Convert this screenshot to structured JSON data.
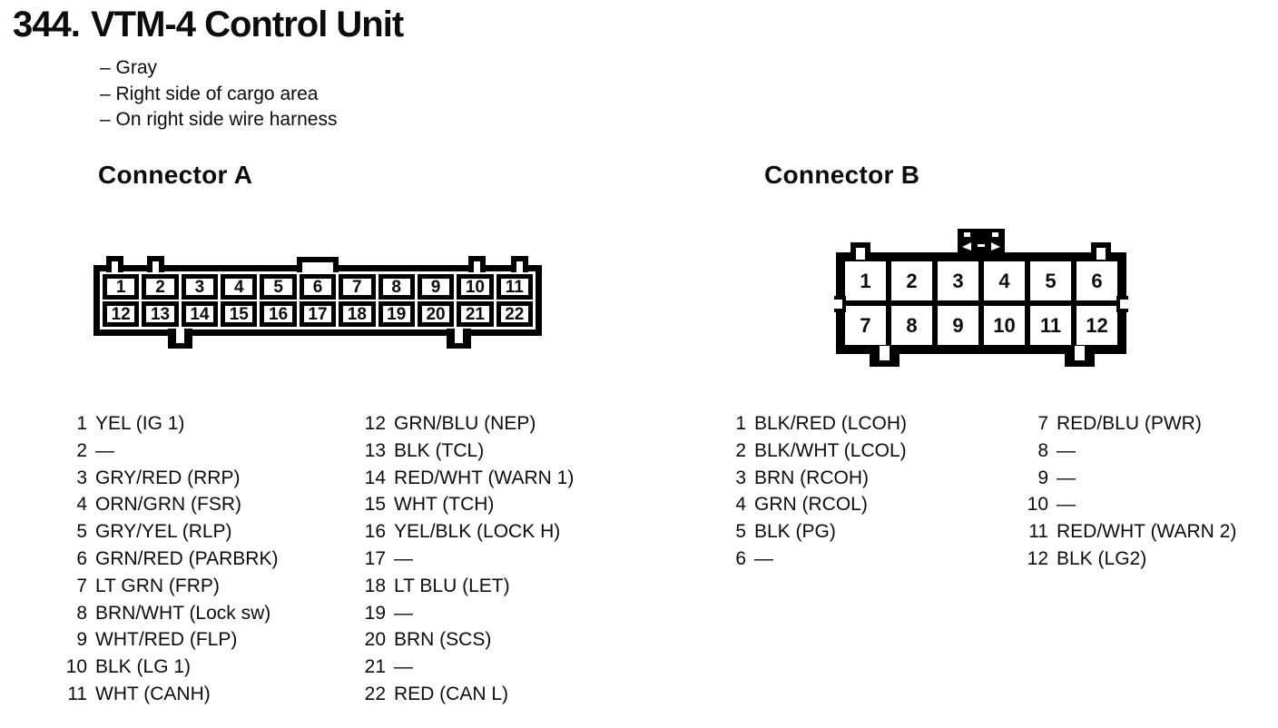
{
  "header": {
    "number": "344.",
    "title": "VTM-4 Control Unit",
    "notes": [
      "– Gray",
      "– Right side of cargo area",
      "– On right side wire harness"
    ]
  },
  "connector_a": {
    "heading": "Connector A",
    "pins": [
      {
        "n": "1",
        "label": "YEL (IG 1)"
      },
      {
        "n": "2",
        "label": "—"
      },
      {
        "n": "3",
        "label": "GRY/RED (RRP)"
      },
      {
        "n": "4",
        "label": "ORN/GRN (FSR)"
      },
      {
        "n": "5",
        "label": "GRY/YEL (RLP)"
      },
      {
        "n": "6",
        "label": "GRN/RED (PARBRK)"
      },
      {
        "n": "7",
        "label": "LT GRN (FRP)"
      },
      {
        "n": "8",
        "label": "BRN/WHT (Lock sw)"
      },
      {
        "n": "9",
        "label": "WHT/RED (FLP)"
      },
      {
        "n": "10",
        "label": "BLK (LG 1)"
      },
      {
        "n": "11",
        "label": "WHT (CANH)"
      },
      {
        "n": "12",
        "label": "GRN/BLU (NEP)"
      },
      {
        "n": "13",
        "label": "BLK (TCL)"
      },
      {
        "n": "14",
        "label": "RED/WHT (WARN 1)"
      },
      {
        "n": "15",
        "label": "WHT (TCH)"
      },
      {
        "n": "16",
        "label": "YEL/BLK (LOCK H)"
      },
      {
        "n": "17",
        "label": "—"
      },
      {
        "n": "18",
        "label": "LT BLU (LET)"
      },
      {
        "n": "19",
        "label": "—"
      },
      {
        "n": "20",
        "label": "BRN (SCS)"
      },
      {
        "n": "21",
        "label": "—"
      },
      {
        "n": "22",
        "label": "RED (CAN L)"
      }
    ]
  },
  "connector_b": {
    "heading": "Connector B",
    "pins": [
      {
        "n": "1",
        "label": "BLK/RED (LCOH)"
      },
      {
        "n": "2",
        "label": "BLK/WHT (LCOL)"
      },
      {
        "n": "3",
        "label": "BRN (RCOH)"
      },
      {
        "n": "4",
        "label": "GRN (RCOL)"
      },
      {
        "n": "5",
        "label": "BLK (PG)"
      },
      {
        "n": "6",
        "label": "—"
      },
      {
        "n": "7",
        "label": "RED/BLU (PWR)"
      },
      {
        "n": "8",
        "label": "—"
      },
      {
        "n": "9",
        "label": "—"
      },
      {
        "n": "10",
        "label": "—"
      },
      {
        "n": "11",
        "label": "RED/WHT (WARN 2)"
      },
      {
        "n": "12",
        "label": "BLK (LG2)"
      }
    ]
  }
}
